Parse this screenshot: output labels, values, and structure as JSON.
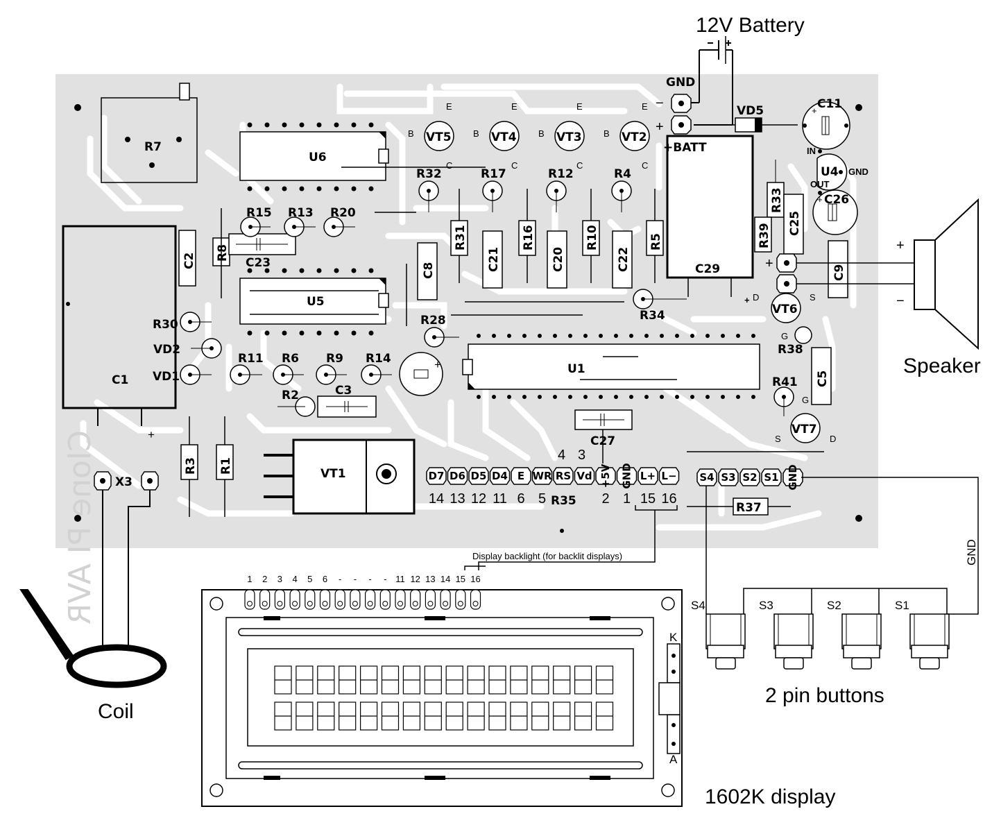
{
  "titles": {
    "battery": "12V Battery",
    "speaker": "Speaker",
    "coil": "Coil",
    "buttons": "2 pin buttons",
    "display": "1602K display",
    "backlight_note": "Display backlight (for backlit displays)",
    "gnd_wire": "GND",
    "watermark": "Clone PI AVR"
  },
  "ic_labels": {
    "u6": "U6",
    "u5": "U5",
    "u1": "U1",
    "u4": "U4",
    "batt": "+BATT",
    "c29": "C29",
    "c1": "C1",
    "vt1": "VT1",
    "r7": "R7",
    "x3": "X3"
  },
  "transistors": {
    "vt5": "VT5",
    "vt4": "VT4",
    "vt3": "VT3",
    "vt2": "VT2",
    "vt6": "VT6",
    "vt7": "VT7"
  },
  "pin_letters": {
    "e": "E",
    "b": "B",
    "c": "C",
    "d": "D",
    "s": "S",
    "g": "G",
    "in": "IN",
    "out": "OUT",
    "gnd": "GND",
    "plus": "+",
    "minus": "−"
  },
  "resistors": {
    "r32": "R32",
    "r17": "R17",
    "r12": "R12",
    "r4": "R4",
    "r15": "R15",
    "r13": "R13",
    "r20": "R20",
    "r31": "R31",
    "r16": "R16",
    "r10": "R10",
    "r5": "R5",
    "r8": "R8",
    "r33": "R33",
    "r39": "R39",
    "r34": "R34",
    "r28": "R28",
    "r30": "R30",
    "r38": "R38",
    "r11": "R11",
    "r6": "R6",
    "r9": "R9",
    "r14": "R14",
    "r2": "R2",
    "r41": "R41",
    "r3": "R3",
    "r1": "R1",
    "r35": "R35",
    "r37": "R37"
  },
  "capacitors": {
    "c11": "C11",
    "c26": "C26",
    "c25": "C25",
    "c9": "C9",
    "c23": "C23",
    "c2": "C2",
    "c8": "C8",
    "c21": "C21",
    "c20": "C20",
    "c22": "C22",
    "c3": "C3",
    "c27": "C27",
    "c5": "C5"
  },
  "diodes": {
    "vd5": "VD5",
    "vd2": "VD2",
    "vd1": "VD1"
  },
  "lcd_header": {
    "pins": [
      "D7",
      "D6",
      "D5",
      "D4",
      "E",
      "WR",
      "RS",
      "Vd",
      "+5V",
      "GND",
      "L+",
      "L−"
    ],
    "numbers": [
      "14",
      "13",
      "12",
      "11",
      "6",
      "5",
      "",
      "",
      "2",
      "1",
      "15",
      "16"
    ],
    "upper_numbers": [
      "4",
      "3"
    ]
  },
  "button_header": {
    "pins": [
      "S4",
      "S3",
      "S2",
      "S1",
      "GND"
    ]
  },
  "buttons": [
    "S4",
    "S3",
    "S2",
    "S1"
  ],
  "lcd_pin_numbers": [
    "1",
    "2",
    "3",
    "4",
    "5",
    "6",
    "-",
    "-",
    "-",
    "-",
    "11",
    "12",
    "13",
    "14",
    "15",
    "16"
  ],
  "lcd_side": {
    "k": "K",
    "a": "A"
  }
}
